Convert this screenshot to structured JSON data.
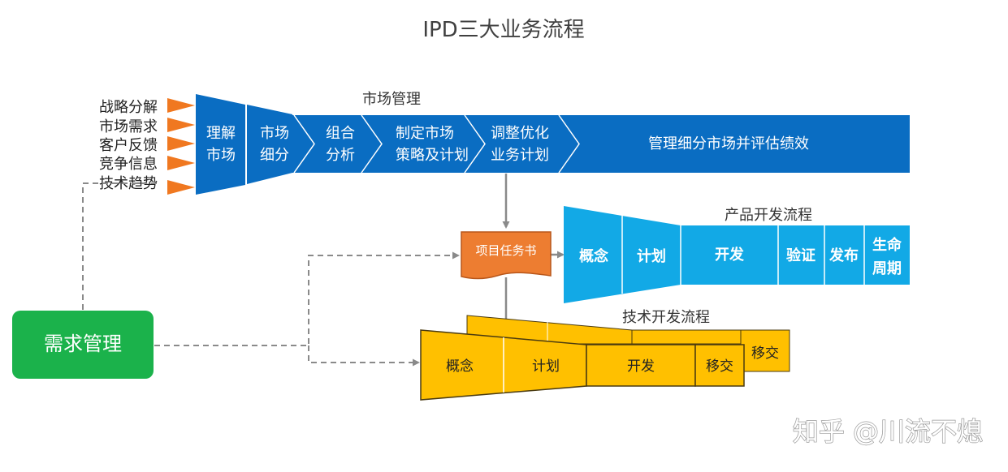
{
  "title": "IPD三大业务流程",
  "inputs": [
    "战略分解",
    "市场需求",
    "客户反馈",
    "竞争信息",
    "技术趋势"
  ],
  "market": {
    "label": "市场管理",
    "steps": [
      [
        "理解",
        "市场"
      ],
      [
        "市场",
        "细分"
      ],
      [
        "组合",
        "分析"
      ],
      [
        "制定市场",
        "策略及计划"
      ],
      [
        "调整优化",
        "业务计划"
      ],
      [
        "管理细分市场并评估绩效"
      ]
    ]
  },
  "project_doc": "项目任务书",
  "product": {
    "label": "产品开发流程",
    "steps": [
      [
        "概念"
      ],
      [
        "计划"
      ],
      [
        "开发"
      ],
      [
        "验证"
      ],
      [
        "发布"
      ],
      [
        "生命",
        "周期"
      ]
    ]
  },
  "tech": {
    "label": "技术开发流程",
    "front_steps": [
      "概念",
      "计划",
      "开发",
      "移交"
    ],
    "back_last": "移交"
  },
  "demand": "需求管理",
  "watermark": "知乎 @川流不熄",
  "colors": {
    "market_blue": "#0a6dc2",
    "product_blue": "#12a9e6",
    "tech_yellow": "#ffc000",
    "doc_orange": "#ed7d31",
    "demand_green": "#1bb24b",
    "arrow_orange": "#f07820"
  }
}
